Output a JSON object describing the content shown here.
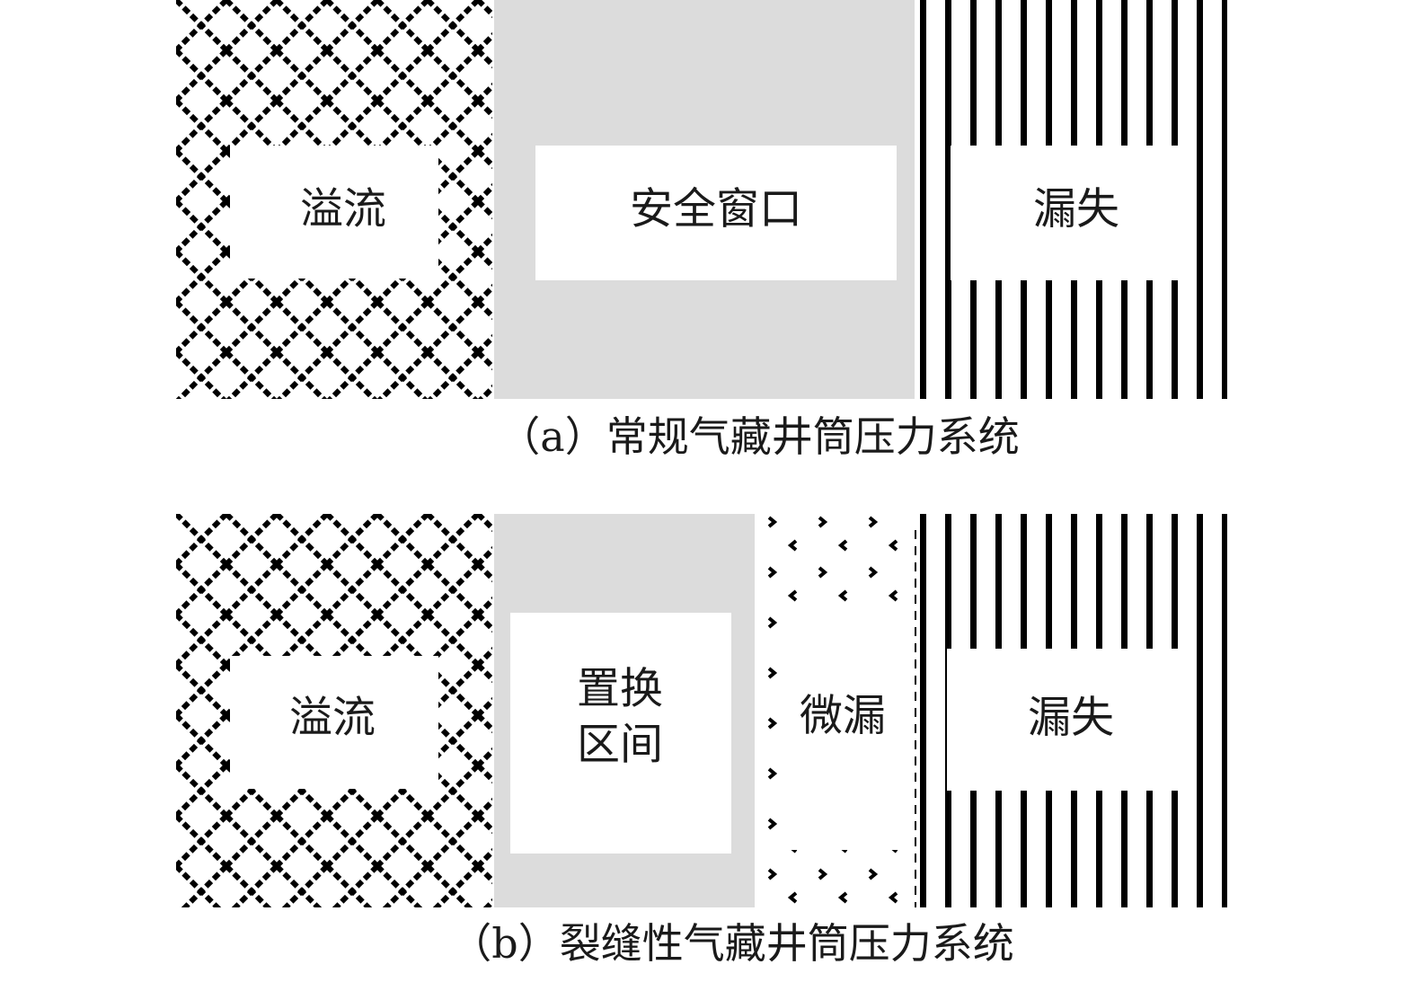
{
  "colors": {
    "safe_gray": "#dcdcdc",
    "pattern_black": "#000000",
    "background": "#ffffff",
    "text": "#1a1a1a"
  },
  "panel_a": {
    "caption": "（a）常规气藏井筒压力系统",
    "zones": {
      "overflow": {
        "label": "溢流",
        "pattern": "diamond-lattice"
      },
      "safe_window": {
        "label": "安全窗口",
        "pattern": "solid-gray"
      },
      "loss": {
        "label": "漏失",
        "pattern": "vertical-stripes"
      }
    }
  },
  "panel_b": {
    "caption": "（b）裂缝性气藏井筒压力系统",
    "zones": {
      "overflow": {
        "label": "溢流",
        "pattern": "diamond-lattice"
      },
      "replacement": {
        "label_line1": "置换",
        "label_line2": "区间",
        "pattern": "solid-gray"
      },
      "micro_loss": {
        "label": "微漏",
        "pattern": "sparse-dots"
      },
      "loss": {
        "label": "漏失",
        "pattern": "vertical-stripes"
      }
    }
  }
}
